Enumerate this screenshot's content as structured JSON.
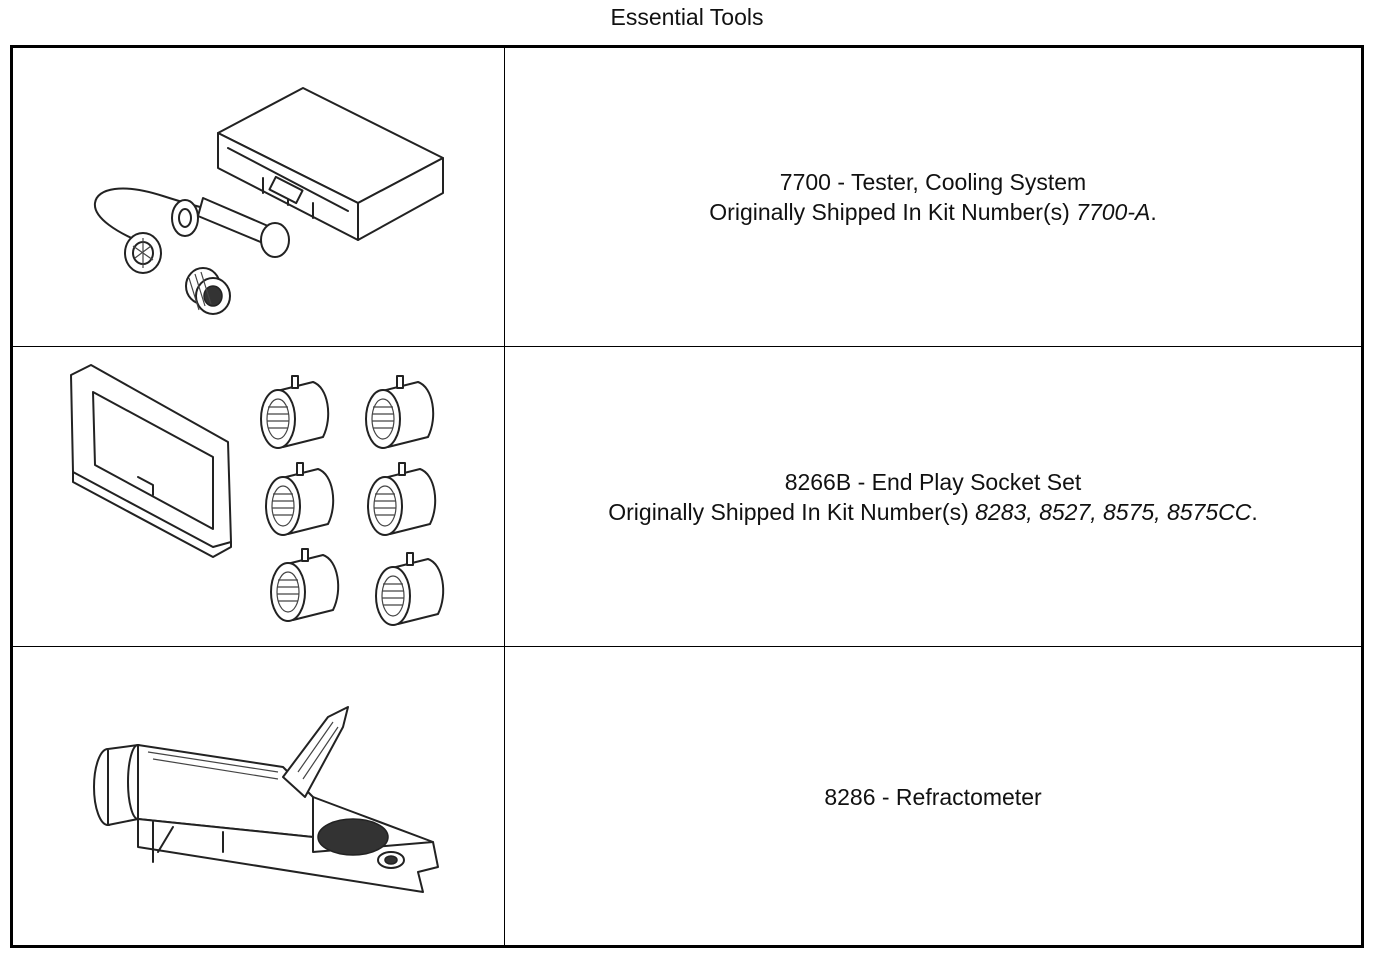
{
  "page": {
    "title": "Essential Tools"
  },
  "tools": [
    {
      "name": "7700 - Tester, Cooling System",
      "shipped_prefix": "Originally Shipped In Kit Number(s) ",
      "kits": "7700-A",
      "suffix": "."
    },
    {
      "name": "8266B - End Play Socket Set",
      "shipped_prefix": "Originally Shipped In Kit Number(s) ",
      "kits": "8283, 8527, 8575, 8575CC",
      "suffix": "."
    },
    {
      "name": "8286 - Refractometer"
    }
  ]
}
